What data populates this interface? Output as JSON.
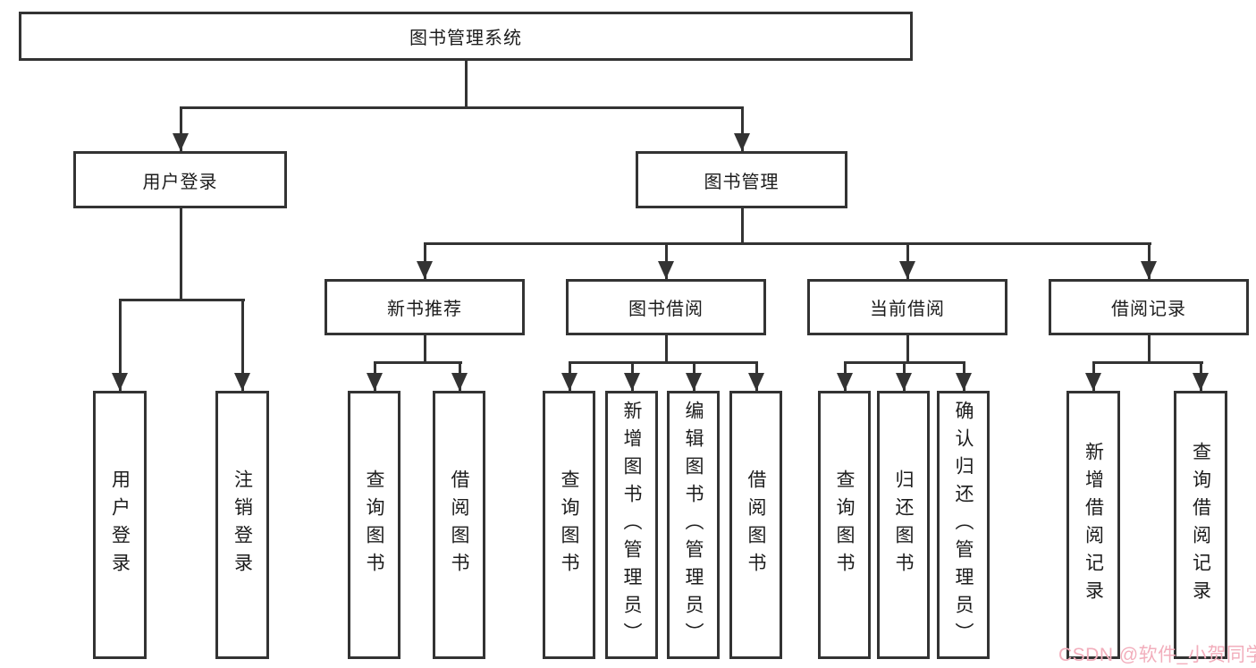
{
  "diagram": {
    "root": "图书管理系统",
    "level2": [
      {
        "label": "用户登录"
      },
      {
        "label": "图书管理"
      }
    ],
    "level3": [
      {
        "label": "新书推荐"
      },
      {
        "label": "图书借阅"
      },
      {
        "label": "当前借阅"
      },
      {
        "label": "借阅记录"
      }
    ],
    "leaves": {
      "user_login": [
        "用户登录",
        "注销登录"
      ],
      "new_book": [
        "查询图书",
        "借阅图书"
      ],
      "book_borrow": [
        "查询图书",
        "新增图书（管理员）",
        "编辑图书（管理员）",
        "借阅图书"
      ],
      "current_borrow": [
        "查询图书",
        "归还图书",
        "确认归还（管理员）"
      ],
      "borrow_records": [
        "新增借阅记录",
        "查询借阅记录"
      ]
    }
  },
  "colors": {
    "line": "#333333",
    "border": "#333333",
    "text": "#1c1c1c",
    "watermark": "#f2aebc",
    "background": "#ffffff"
  },
  "watermark": "CSDN @软件_小贺同学"
}
